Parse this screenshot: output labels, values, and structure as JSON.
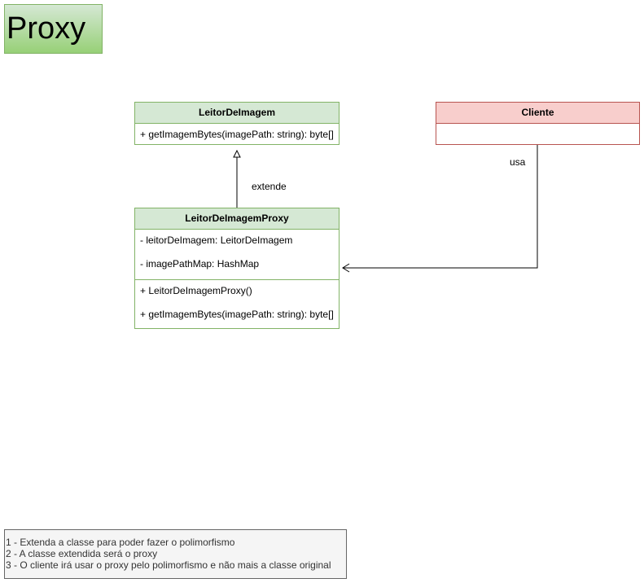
{
  "title": "Proxy",
  "classes": {
    "leitor": {
      "name": "LeitorDeImagem",
      "methods": [
        "+ getImagemBytes(imagePath: string): byte[]"
      ]
    },
    "proxy": {
      "name": "LeitorDeImagemProxy",
      "fields": [
        "- leitorDeImagem: LeitorDeImagem",
        "- imagePathMap: HashMap"
      ],
      "methods": [
        "+ LeitorDeImagemProxy()",
        "+ getImagemBytes(imagePath: string): byte[]"
      ]
    },
    "cliente": {
      "name": "Cliente"
    }
  },
  "edges": {
    "extends_label": "extende",
    "uses_label": "usa"
  },
  "notes": [
    "1 - Extenda a classe para poder fazer o polimorfismo",
    "2 - A classe extendida será o proxy",
    "3 - O cliente irá usar o proxy pelo polimorfismo e não mais a classe original"
  ],
  "colors": {
    "green_fill": "#d5e8d4",
    "green_stroke": "#82b366",
    "red_fill": "#f8cecc",
    "red_stroke": "#b85450",
    "note_fill": "#f5f5f5"
  }
}
